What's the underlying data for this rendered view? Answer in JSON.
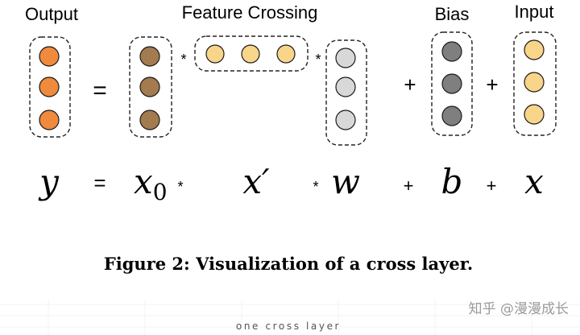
{
  "headers": {
    "output": "Output",
    "feature_crossing": "Feature Crossing",
    "bias": "Bias",
    "input": "Input"
  },
  "operators": {
    "equals": "=",
    "times": "*",
    "plus": "+"
  },
  "equation": {
    "y": "y",
    "x0_base": "x",
    "x0_sub": "0",
    "x_prime": "x′",
    "w": "w",
    "b": "b",
    "x": "x"
  },
  "caption": "Figure 2: Visualization of a cross layer.",
  "watermark": "知乎 @漫漫成长",
  "footer_label": "one cross layer",
  "colors": {
    "output": "#f08a3c",
    "x0": "#a47a4f",
    "x_prime": "#f9d58a",
    "w": "#d8d8d8",
    "bias": "#7f7f7f",
    "input": "#f9d58a"
  }
}
